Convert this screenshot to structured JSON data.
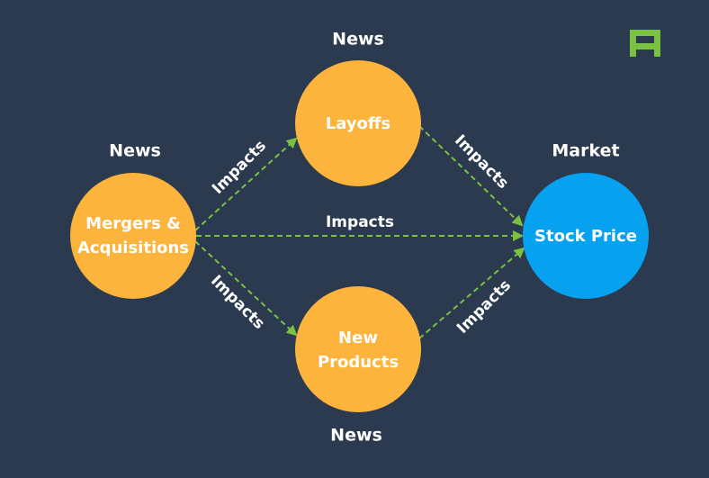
{
  "colors": {
    "background": "#2b3a4f",
    "news_node": "#fdb43c",
    "market_node": "#06a2f0",
    "arrow": "#7ac143",
    "logo": "#7ac143",
    "text": "#ffffff"
  },
  "logo": {
    "icon": "brand-logo-icon"
  },
  "nodes": {
    "mergers": {
      "category": "News",
      "lines": [
        "Mergers &",
        "Acquisitions"
      ]
    },
    "layoffs": {
      "category": "News",
      "lines": [
        "Layoffs"
      ]
    },
    "new_products": {
      "category": "News",
      "lines": [
        "New",
        "Products"
      ]
    },
    "stock_price": {
      "category": "Market",
      "lines": [
        "Stock Price"
      ]
    }
  },
  "edges": [
    {
      "from": "mergers",
      "to": "layoffs",
      "label": "Impacts"
    },
    {
      "from": "mergers",
      "to": "stock_price",
      "label": "Impacts"
    },
    {
      "from": "mergers",
      "to": "new_products",
      "label": "Impacts"
    },
    {
      "from": "layoffs",
      "to": "stock_price",
      "label": "Impacts"
    },
    {
      "from": "new_products",
      "to": "stock_price",
      "label": "Impacts"
    }
  ]
}
